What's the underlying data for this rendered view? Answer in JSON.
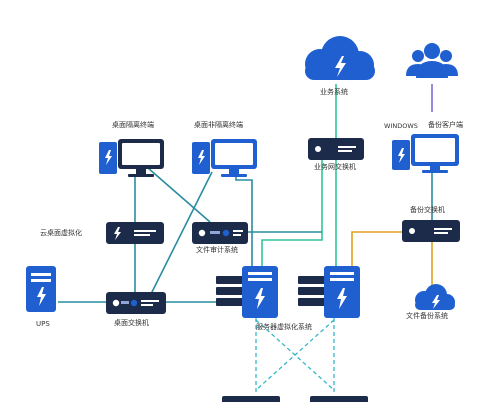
{
  "labels": {
    "business_system": "业务系统",
    "windows": "WINDOWS",
    "backup_client": "备份客户端",
    "desktop_isolated": "桌面隔离终端",
    "desktop_non_isolated": "桌面非隔离终端",
    "business_switch": "业务网交换机",
    "backup_switch": "备份交换机",
    "cloud_desktop_virtualization": "云桌面虚拟化",
    "file_audit_system": "文件审计系统",
    "ups": "UPS",
    "desktop_switch": "桌面交换机",
    "server_virtualization_system": "服务器虚拟化系统",
    "file_backup_system": "文件备份系统"
  },
  "colors": {
    "brand_blue": "#1f5fd0",
    "navy": "#1d2b4a",
    "link_teal": "#2a8da0",
    "link_green": "#30c49a",
    "link_orange": "#e0a21c",
    "link_purple": "#7a6ed6"
  }
}
